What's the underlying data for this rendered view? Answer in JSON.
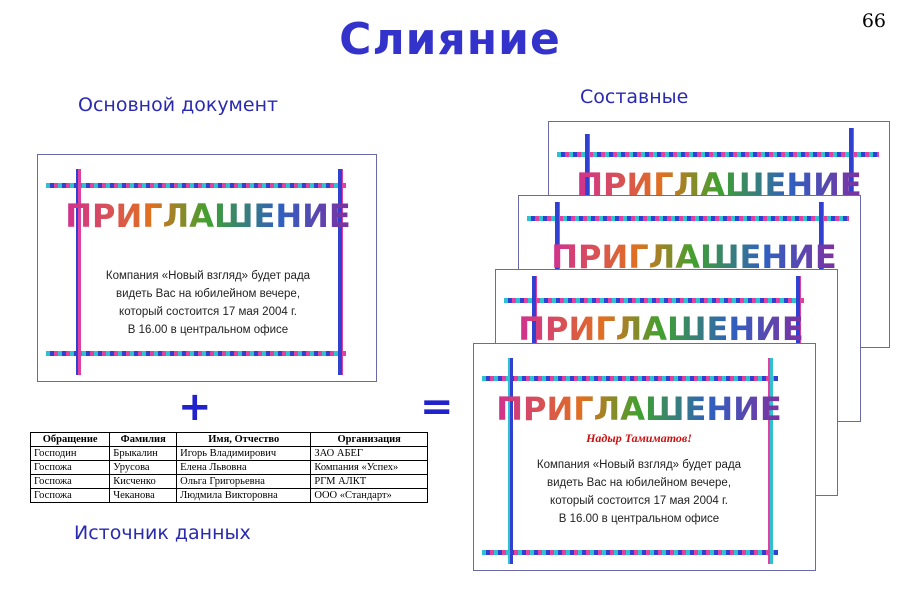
{
  "slide": {
    "title": "Слияние",
    "page_number": "66",
    "main_document_label": "Основной документ",
    "composite_label": "Составные",
    "data_source_label": "Источник данных",
    "plus_sign": "+",
    "equals_sign": "="
  },
  "invitation": {
    "heading": "ПРИГЛАШЕНИЕ",
    "body_lines": [
      "Компания «Новый взгляд» будет рада",
      "видеть Вас на юбилейном вечере,",
      "который состоится 17 мая 2004 г.",
      "В 16.00 в центральном офисе"
    ],
    "merged_name": "Надыр Тамиматов!"
  },
  "data_source": {
    "columns": [
      "Обращение",
      "Фамилия",
      "Имя, Отчество",
      "Организация"
    ],
    "rows": [
      [
        "Господин",
        "Брыкалин",
        "Игорь Владимирович",
        "ЗАО АБЕГ"
      ],
      [
        "Госпожа",
        "Урусова",
        "Елена Львовна",
        "Компания «Успех»"
      ],
      [
        "Госпожа",
        "Кисченко",
        "Ольга Григорьевна",
        "РГМ АЛКТ"
      ],
      [
        "Госпожа",
        "Чеканова",
        "Людмила Викторовна",
        "ООО «Стандарт»"
      ]
    ]
  },
  "colors": {
    "title": "#3333cc",
    "caption": "#2a2ab0",
    "merged_name": "#cc1111"
  }
}
